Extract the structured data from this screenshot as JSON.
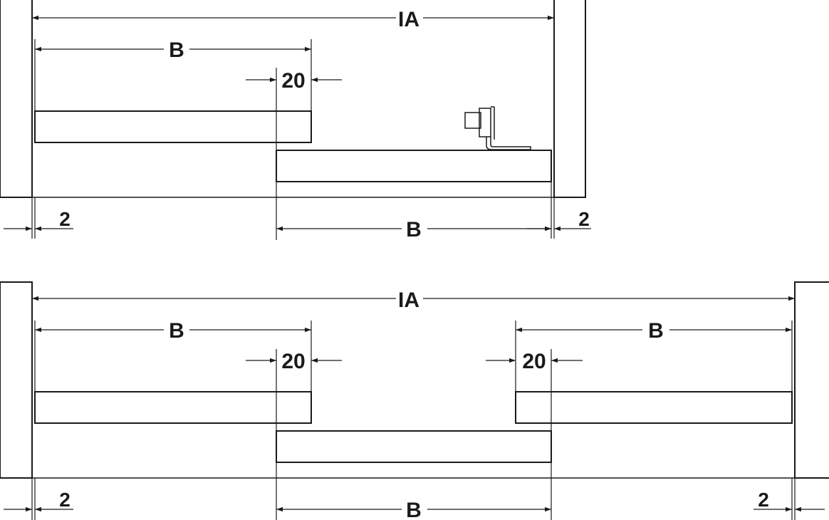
{
  "diagram": {
    "labels": {
      "ia": "IA",
      "b": "B",
      "offset_20": "20",
      "gap_2": "2"
    },
    "colors": {
      "line": "#1a1a1a",
      "background": "#ffffff"
    }
  }
}
